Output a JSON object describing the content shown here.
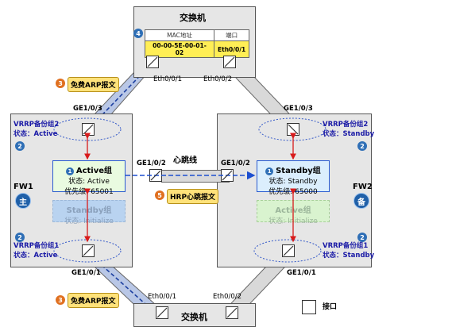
{
  "switch_top": {
    "title": "交换机",
    "mac_table": {
      "badge": "4",
      "headers": [
        "MAC地址",
        "端口"
      ],
      "row": [
        "00-00-5E-00-01-02",
        "Eth0/0/1"
      ]
    },
    "port_left_label": "Eth0/0/1",
    "port_right_label": "Eth0/0/2"
  },
  "switch_bottom": {
    "title": "交换机",
    "port_left_label": "Eth0/0/1",
    "port_right_label": "Eth0/0/2"
  },
  "callouts": {
    "arp_top": {
      "num": "3",
      "text": "免费ARP报文"
    },
    "arp_bottom": {
      "num": "3",
      "text": "免费ARP报文"
    },
    "hrp": {
      "num": "5",
      "text": "HRP心跳报文"
    }
  },
  "heartbeat": {
    "label": "心跳线",
    "port_label": "GE1/0/2"
  },
  "fw1": {
    "name": "FW1",
    "role": "主",
    "port_top": "GE1/0/3",
    "port_bottom": "GE1/0/1",
    "vrrp_top": {
      "name": "VRRP备份组2",
      "state": "状态：Active",
      "badge": "2"
    },
    "vrrp_bottom": {
      "name": "VRRP备份组1",
      "state": "状态：Active",
      "badge": "2"
    },
    "group_main": {
      "badge": "1",
      "title": "Active组",
      "state": "状态: Active",
      "priority": "优先级: 65001"
    },
    "group_sub": {
      "title": "Standby组",
      "state": "状态: Initialize"
    }
  },
  "fw2": {
    "name": "FW2",
    "role": "备",
    "port_top": "GE1/0/3",
    "port_bottom": "GE1/0/1",
    "port_hb": "GE1/0/2",
    "vrrp_top": {
      "name": "VRRP备份组2",
      "state": "状态：Standby",
      "badge": "2"
    },
    "vrrp_bottom": {
      "name": "VRRP备份组1",
      "state": "状态：Standby",
      "badge": "2"
    },
    "group_main": {
      "badge": "1",
      "title": "Standby组",
      "state": "状态: Standby",
      "priority": "优先级: 65000"
    },
    "group_sub": {
      "title": "Active组",
      "state": "状态: Initialize"
    }
  },
  "legend": {
    "label": "接口"
  }
}
